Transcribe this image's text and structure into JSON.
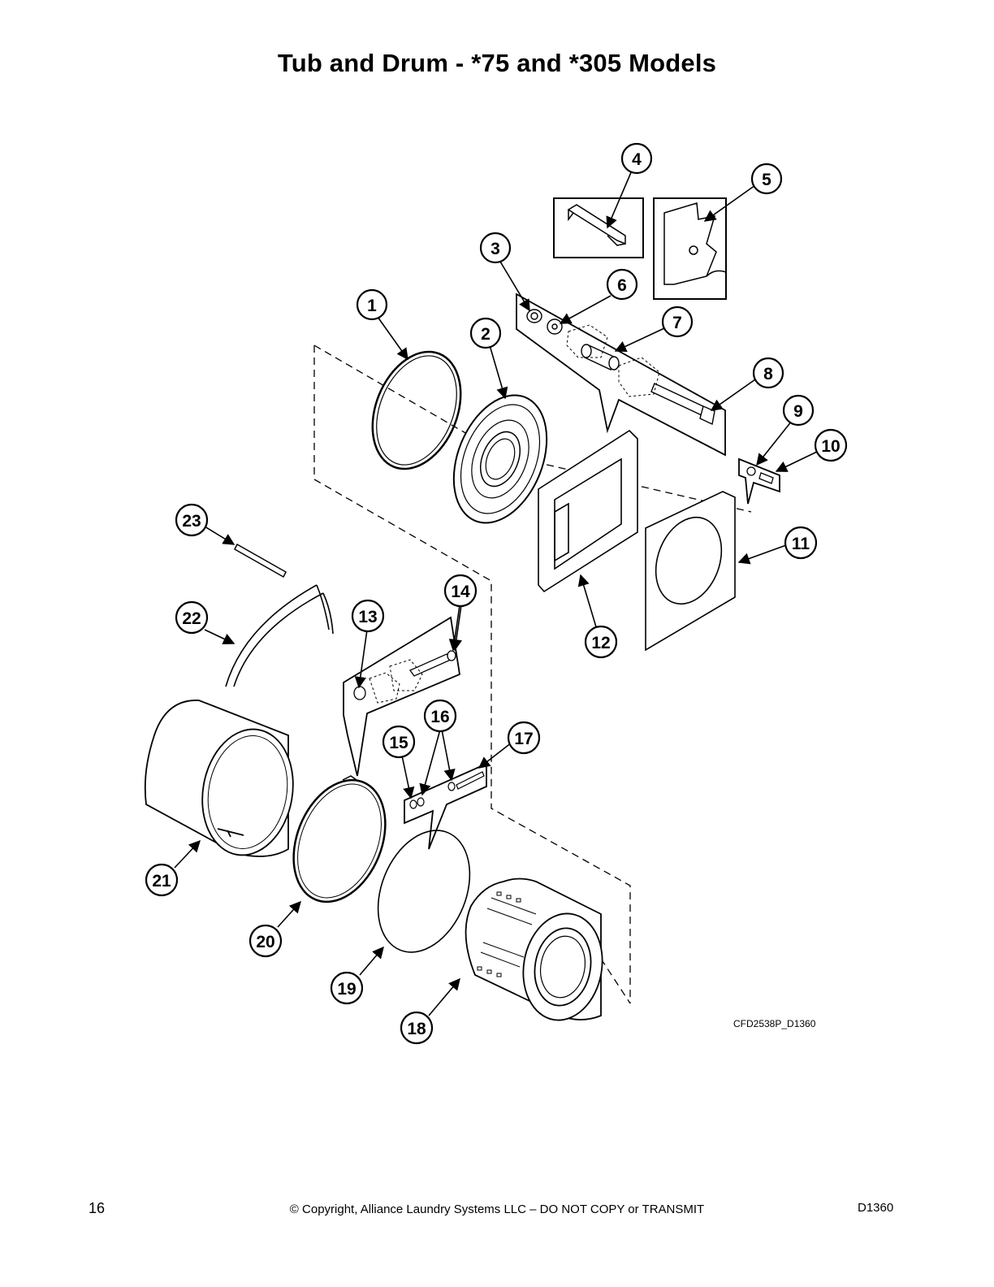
{
  "title": "Tub and Drum - *75 and *305 Models",
  "figure_code": "CFD2538P_D1360",
  "footer": {
    "page_number": "16",
    "copyright": "© Copyright, Alliance Laundry Systems LLC – DO NOT COPY or TRANSMIT",
    "doc_id": "D1360"
  },
  "callouts": [
    "1",
    "2",
    "3",
    "4",
    "5",
    "6",
    "7",
    "8",
    "9",
    "10",
    "11",
    "12",
    "13",
    "14",
    "15",
    "16",
    "17",
    "18",
    "19",
    "20",
    "21",
    "22",
    "23"
  ]
}
